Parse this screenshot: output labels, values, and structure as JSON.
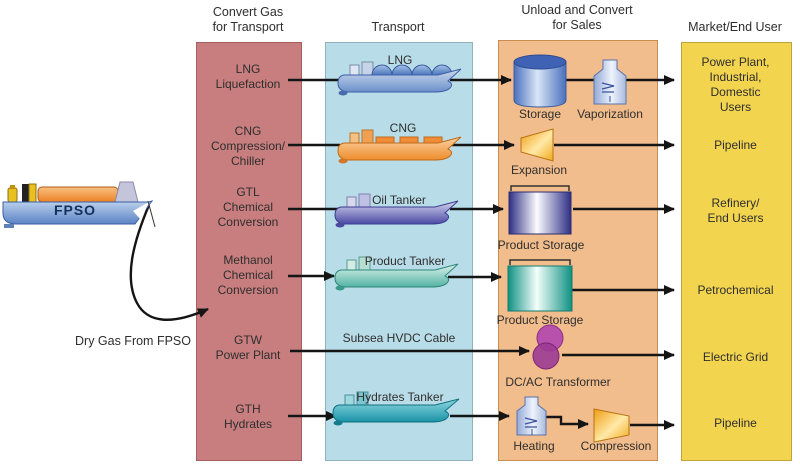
{
  "headers": {
    "convert": "Convert Gas\nfor Transport",
    "transport": "Transport",
    "unload": "Unload and Convert\nfor Sales",
    "market": "Market/End User"
  },
  "fpso": {
    "ship_label": "FPSO",
    "source_label": "Dry Gas From FPSO"
  },
  "processes": [
    {
      "label": "LNG\nLiquefaction"
    },
    {
      "label": "CNG\nCompression/\nChiller"
    },
    {
      "label": "GTL\nChemical\nConversion"
    },
    {
      "label": "Methanol\nChemical\nConversion"
    },
    {
      "label": "GTW\nPower Plant"
    },
    {
      "label": "GTH\nHydrates"
    }
  ],
  "transports": [
    {
      "label": "LNG"
    },
    {
      "label": "CNG"
    },
    {
      "label": "Oil Tanker"
    },
    {
      "label": "Product Tanker"
    },
    {
      "label": "Subsea HVDC Cable"
    },
    {
      "label": "Hydrates Tanker"
    }
  ],
  "conversions": [
    "Storage",
    "Vaporization",
    "Expansion",
    "Product Storage",
    "Product Storage",
    "DC/AC Transformer",
    "Heating",
    "Compression"
  ],
  "markets": [
    {
      "label": "Power Plant,\nIndustrial,\nDomestic\nUsers"
    },
    {
      "label": "Pipeline"
    },
    {
      "label": "Refinery/\nEnd Users"
    },
    {
      "label": "Petrochemical"
    },
    {
      "label": "Electric Grid"
    },
    {
      "label": "Pipeline"
    }
  ],
  "colors": {
    "col-red": "#c87e7e",
    "col-red-border": "#a55f5f",
    "col-blue": "#b9dde8",
    "col-blue-border": "#8fb2bf",
    "col-orange": "#f2bd8c",
    "col-orange-border": "#c98d52",
    "col-yellow": "#f3d44f",
    "col-yellow-border": "#bfa438",
    "arrow": "#151515",
    "text": "#2e2e2e"
  }
}
